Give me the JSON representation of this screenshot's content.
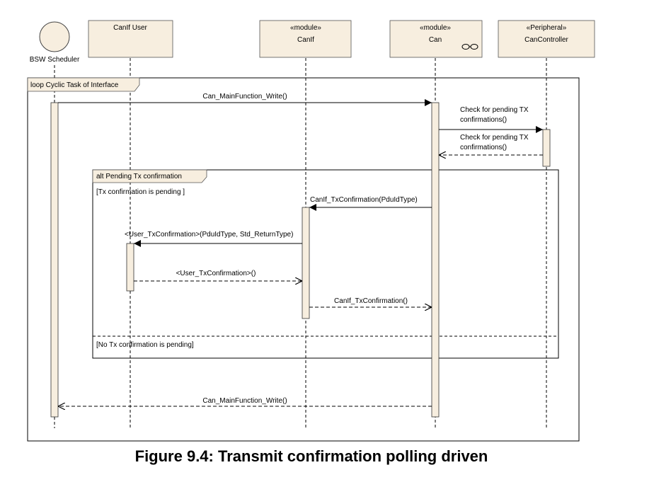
{
  "actors": {
    "scheduler": "BSW Scheduler",
    "user": "CanIf User",
    "canif_stereo": "«module»",
    "canif": "CanIf",
    "can_stereo": "«module»",
    "can": "Can",
    "ctrl_stereo": "«Peripheral»",
    "ctrl": "CanController"
  },
  "frames": {
    "loop_label": "loop Cyclic Task of Interface",
    "alt_label": "alt Pending Tx confirmation",
    "guard_1": "[Tx confirmation is pending ]",
    "guard_2": "[No Tx confirmation is pending]"
  },
  "messages": {
    "m1": "Can_MainFunction_Write()",
    "m2_line1": "Check for pending TX",
    "m2_line2": "confirmations()",
    "m3_line1": "Check for pending TX",
    "m3_line2": "confirmations()",
    "m4": "CanIf_TxConfirmation(PduIdType)",
    "m5": "<User_TxConfirmation>(PduIdType, Std_ReturnType)",
    "m6": "<User_TxConfirmation>()",
    "m7": "CanIf_TxConfirmation()",
    "m8": "Can_MainFunction_Write()"
  },
  "caption": "Figure 9.4: Transmit confirmation polling driven"
}
